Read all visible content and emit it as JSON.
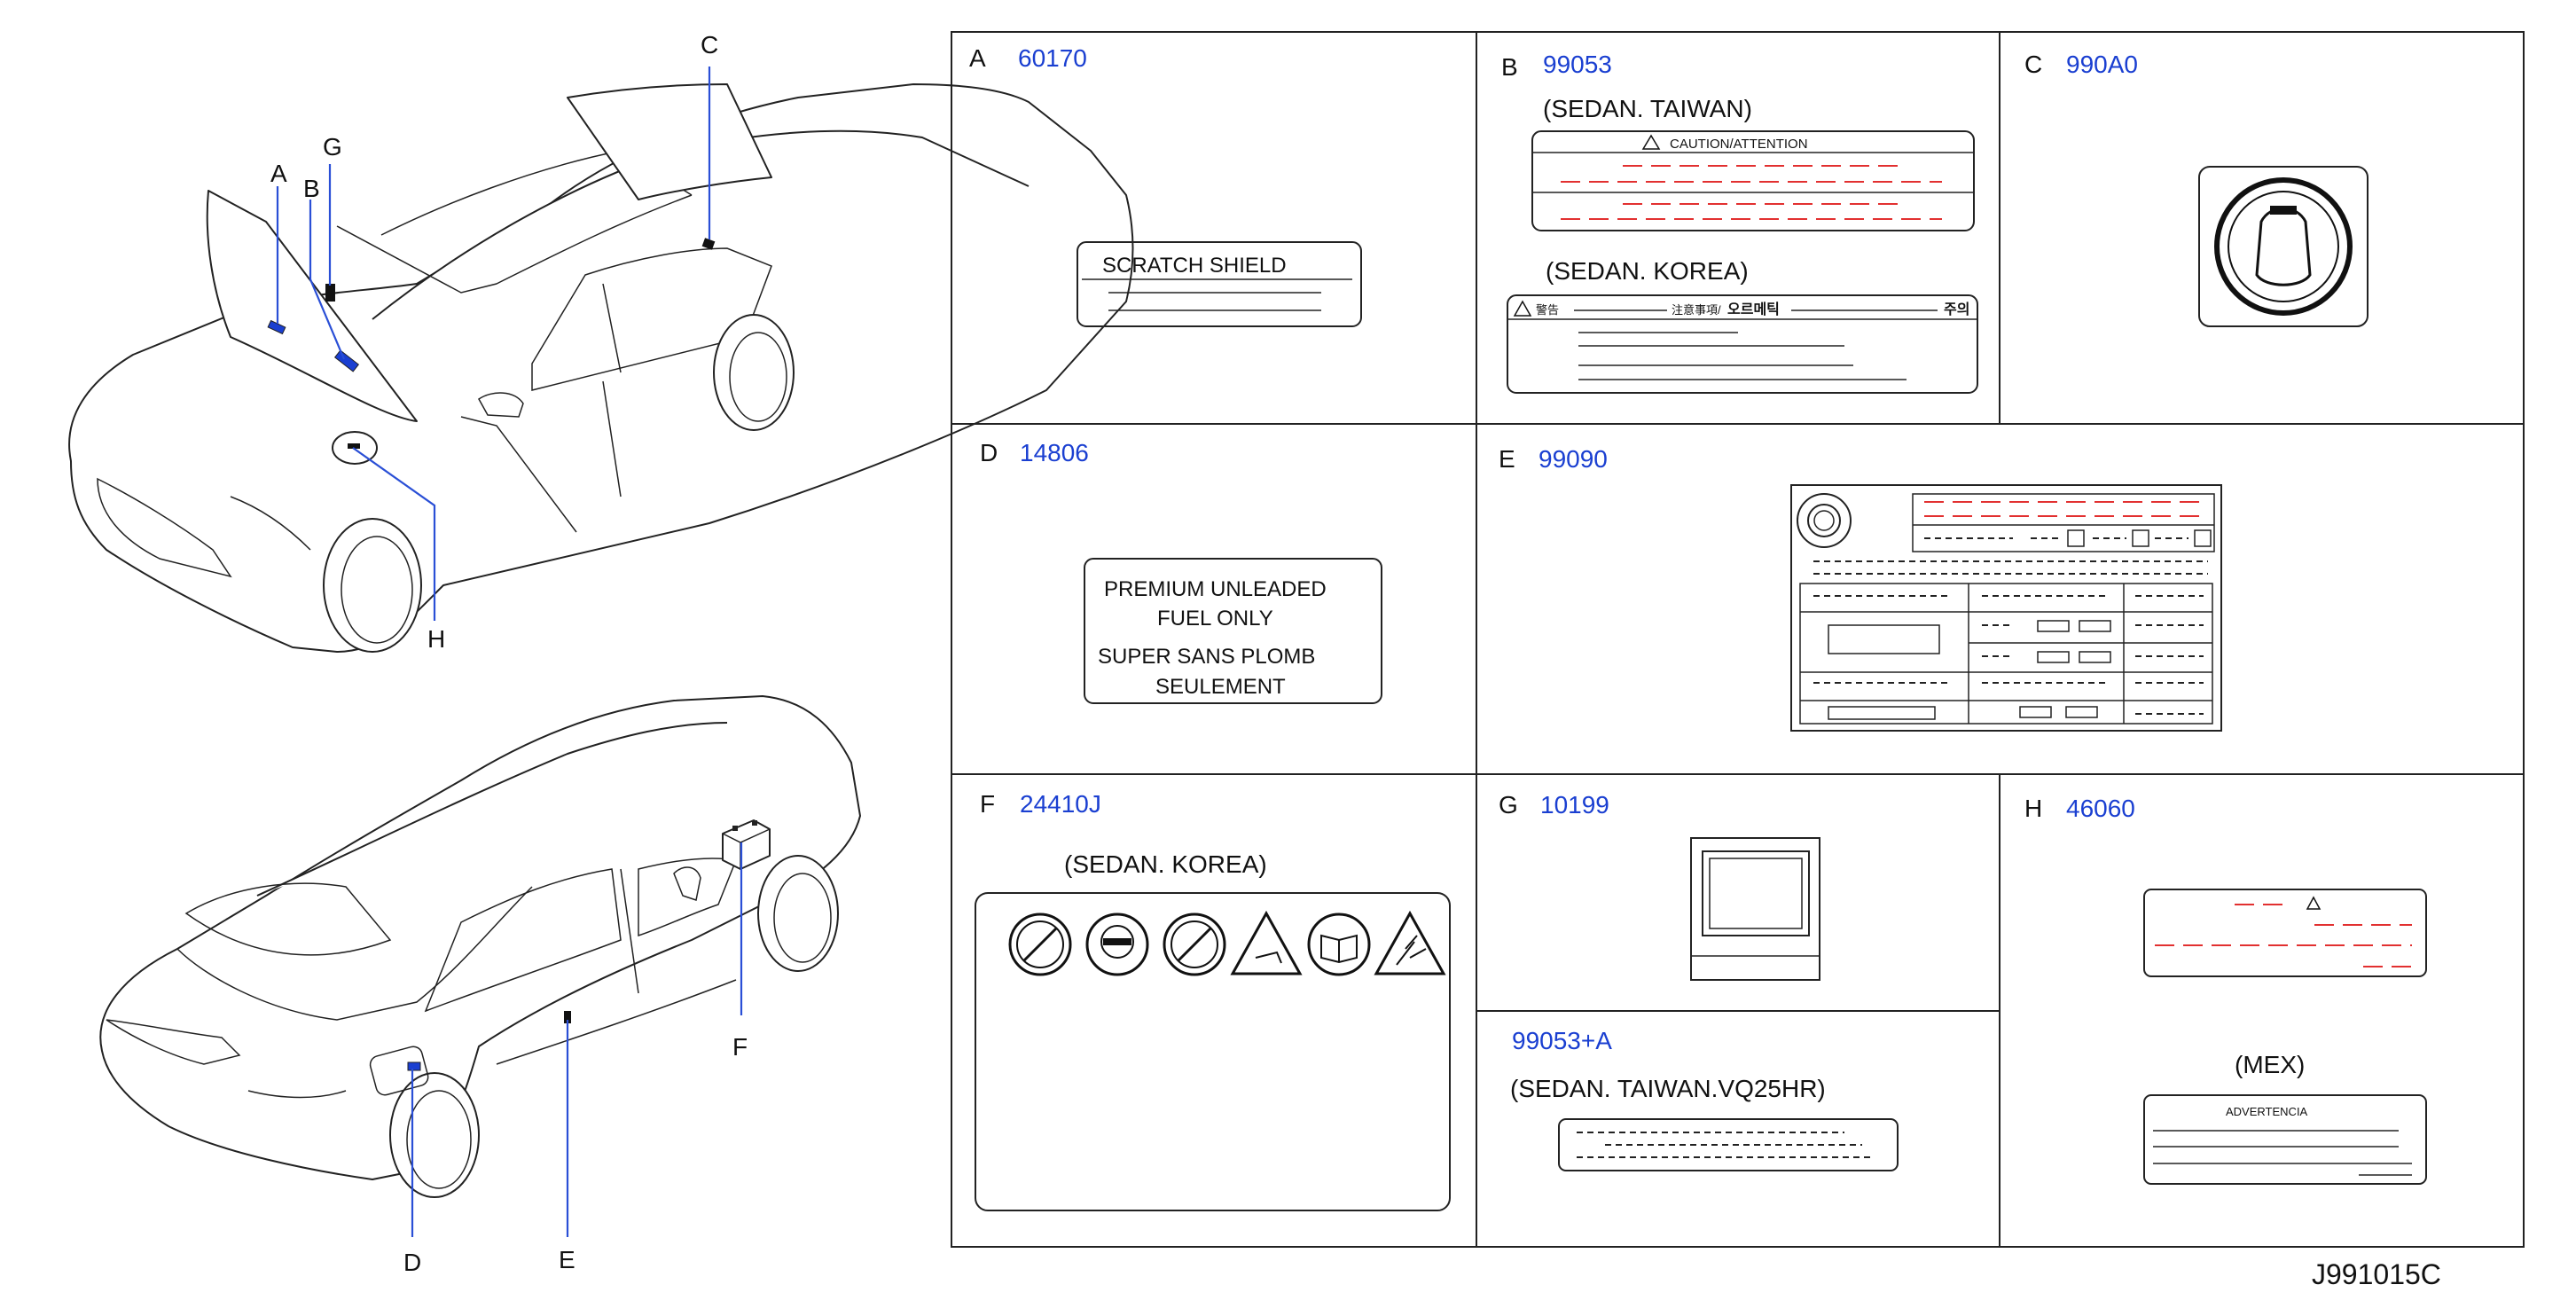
{
  "callout_letters": {
    "a": "A",
    "b": "B",
    "c": "C",
    "d": "D",
    "e": "E",
    "f": "F",
    "g": "G",
    "h": "H"
  },
  "panels": {
    "a": {
      "letter": "A",
      "code": "60170",
      "label_text": "SCRATCH   SHIELD"
    },
    "b": {
      "letter": "B",
      "code": "99053",
      "variant1": "(SEDAN.   TAIWAN)",
      "caution": "CAUTION/ATTENTION",
      "variant2": "(SEDAN.   KOREA)",
      "korea_l1": "警告",
      "korea_l2": "注意事項/",
      "korea_l3": "오르메틱",
      "korea_l4": "주의"
    },
    "c": {
      "letter": "C",
      "code": "990A0"
    },
    "d": {
      "letter": "D",
      "code": "14806",
      "line1": "PREMIUM    UNLEADED",
      "line2": "FUEL    ONLY",
      "line3": "SUPER    SANS    PLOMB",
      "line4": "SEULEMENT"
    },
    "e": {
      "letter": "E",
      "code": "99090"
    },
    "f": {
      "letter": "F",
      "code": "24410J",
      "variant": "(SEDAN.   KOREA)"
    },
    "g": {
      "letter": "G",
      "code": "10199"
    },
    "g2": {
      "code": "99053+A",
      "variant": "(SEDAN.   TAIWAN.VQ25HR)"
    },
    "h": {
      "letter": "H",
      "code": "46060",
      "variant": "(MEX)",
      "advertencia": "ADVERTENCIA"
    }
  },
  "diagram_id": "J991015C",
  "colors": {
    "code_blue": "#1a3fd1",
    "leader_blue": "#2a4fd6",
    "warning_red": "#e23030"
  }
}
